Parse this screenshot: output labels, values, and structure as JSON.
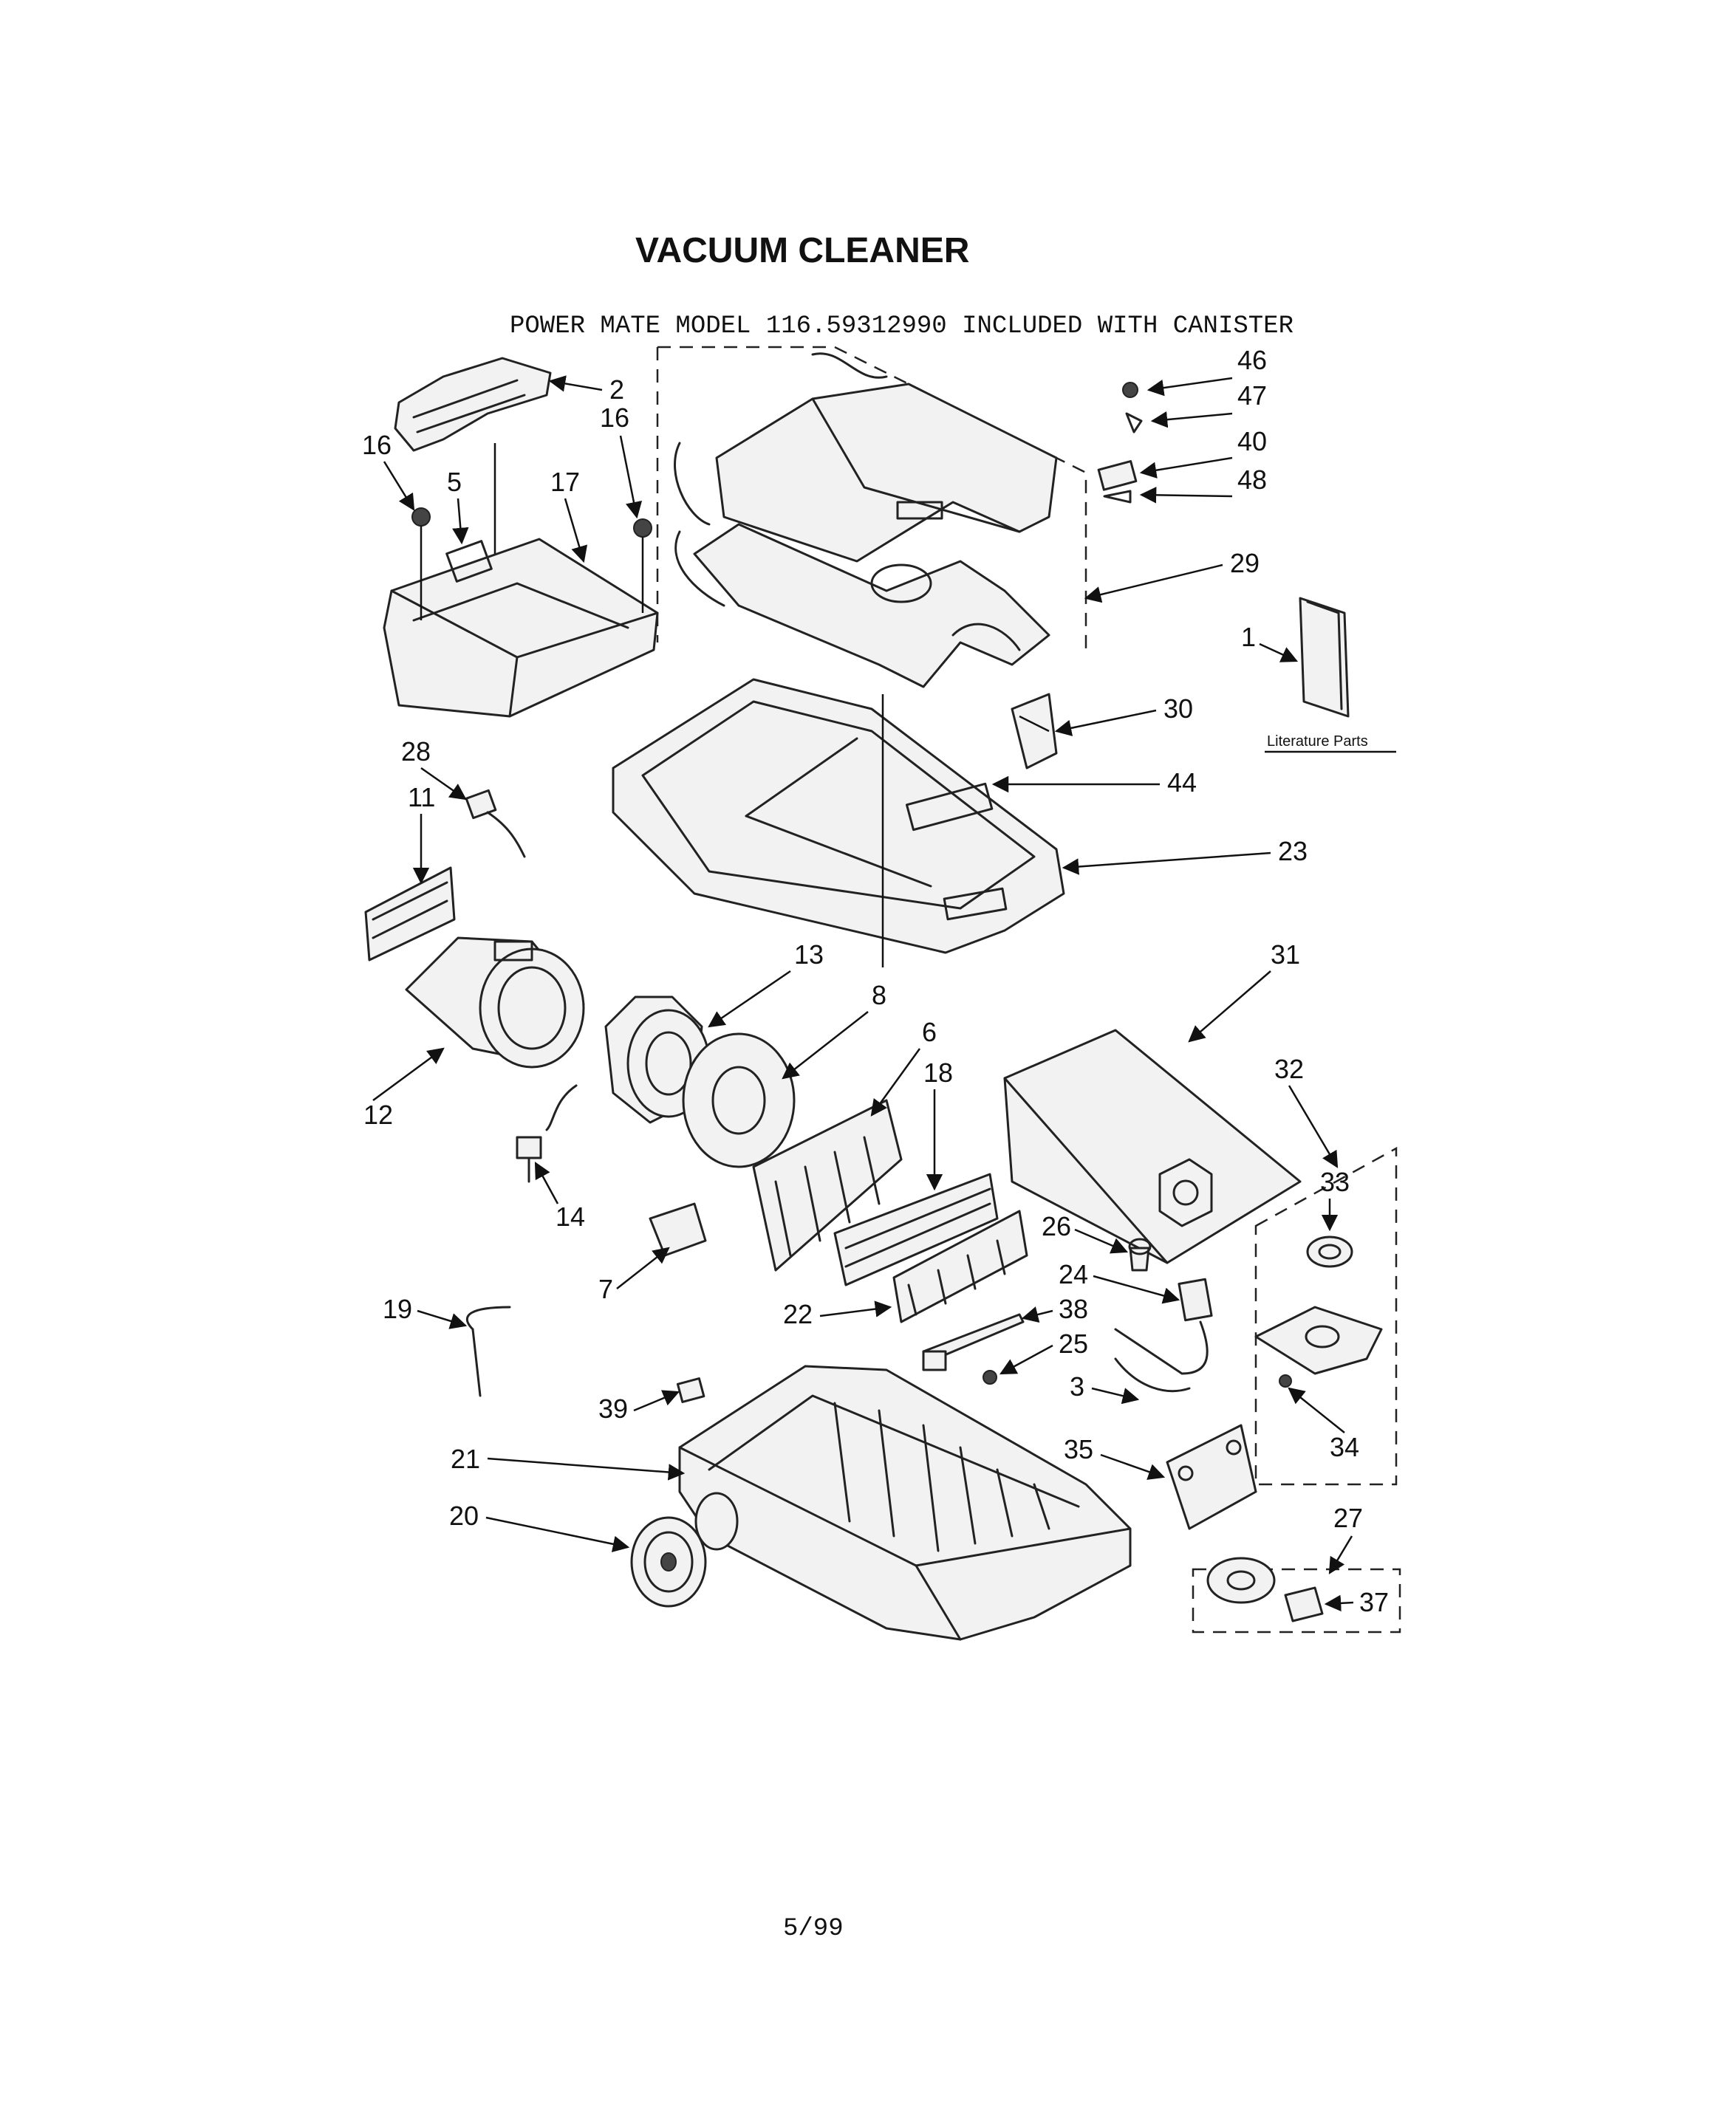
{
  "header": {
    "title": "VACUUM CLEANER",
    "subtitle": "POWER MATE MODEL 116.59312990 INCLUDED WITH CANISTER"
  },
  "footer": {
    "page_code": "5/99"
  },
  "literature_label": "Literature Parts",
  "callouts": [
    "46",
    "47",
    "40",
    "48",
    "2",
    "16",
    "16",
    "5",
    "17",
    "29",
    "1",
    "30",
    "28",
    "11",
    "44",
    "23",
    "13",
    "31",
    "8",
    "6",
    "12",
    "18",
    "32",
    "33",
    "14",
    "26",
    "7",
    "24",
    "19",
    "38",
    "22",
    "25",
    "3",
    "39",
    "34",
    "21",
    "35",
    "27",
    "20",
    "37"
  ]
}
